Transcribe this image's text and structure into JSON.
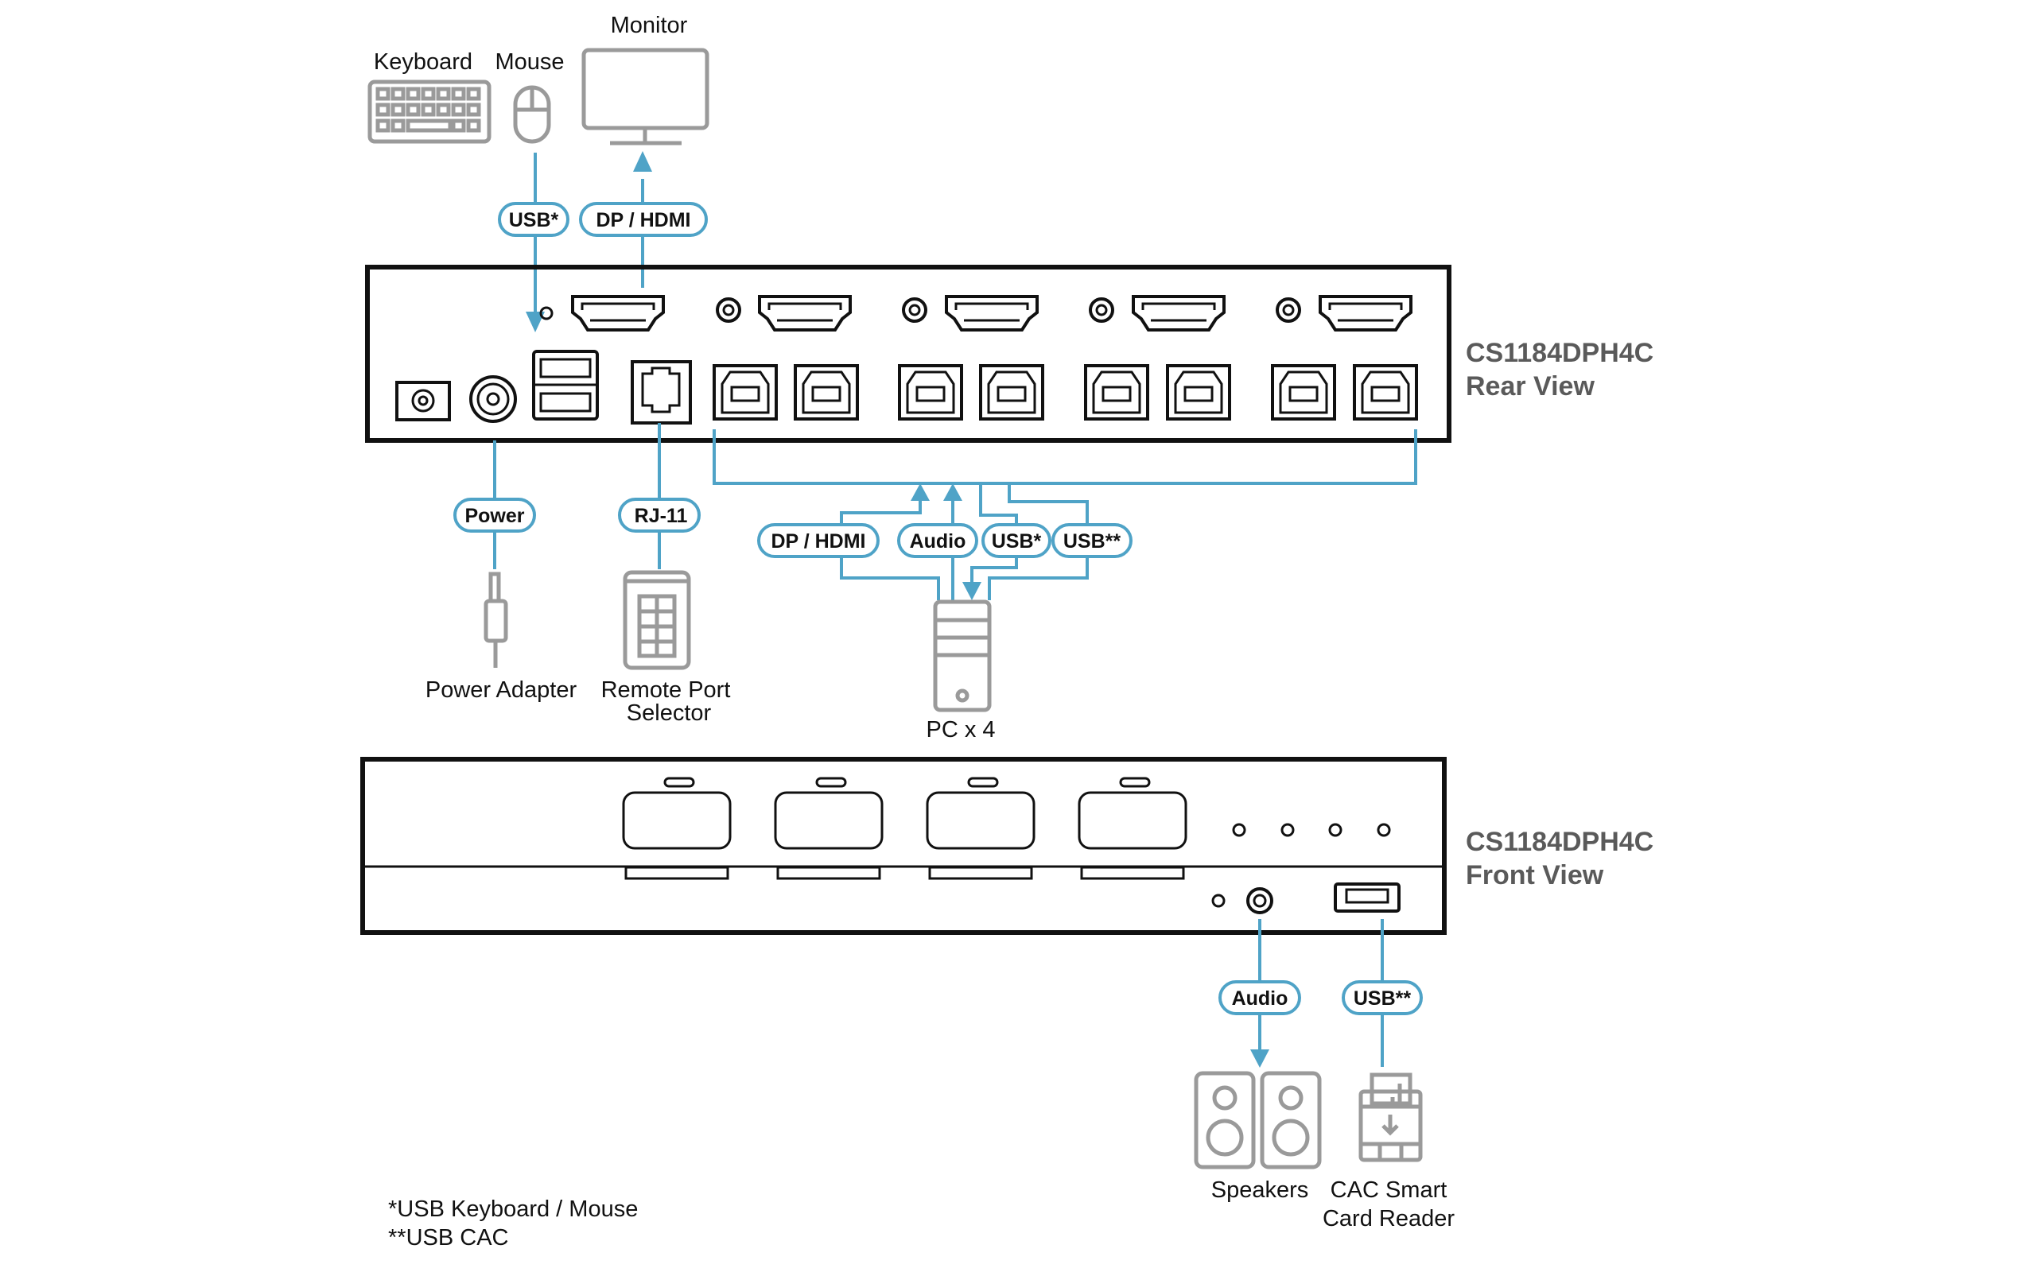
{
  "devices": {
    "keyboard": "Keyboard",
    "mouse": "Mouse",
    "monitor": "Monitor",
    "power_adapter": "Power Adapter",
    "remote_port_selector_line1": "Remote Port",
    "remote_port_selector_line2": "Selector",
    "pc": "PC x 4",
    "speakers": "Speakers",
    "cac_reader_line1": "CAC Smart",
    "cac_reader_line2": "Card Reader"
  },
  "cables": {
    "console_usb": "USB*",
    "console_video": "DP / HDMI",
    "power": "Power",
    "rj11": "RJ-11",
    "pc_video": "DP / HDMI",
    "pc_audio": "Audio",
    "pc_usb": "USB*",
    "pc_usb_cac": "USB**",
    "front_audio": "Audio",
    "front_usb_cac": "USB**"
  },
  "titles": {
    "rear_model": "CS1184DPH4C",
    "rear_view": "Rear View",
    "front_model": "CS1184DPH4C",
    "front_view": "Front View"
  },
  "footnotes": {
    "single_star": "*USB Keyboard / Mouse",
    "double_star": "**USB CAC"
  },
  "colors": {
    "cable": "#4fa3c7",
    "device_icon": "#9a9a9a",
    "panel": "#111111",
    "title": "#5a5a5a"
  }
}
